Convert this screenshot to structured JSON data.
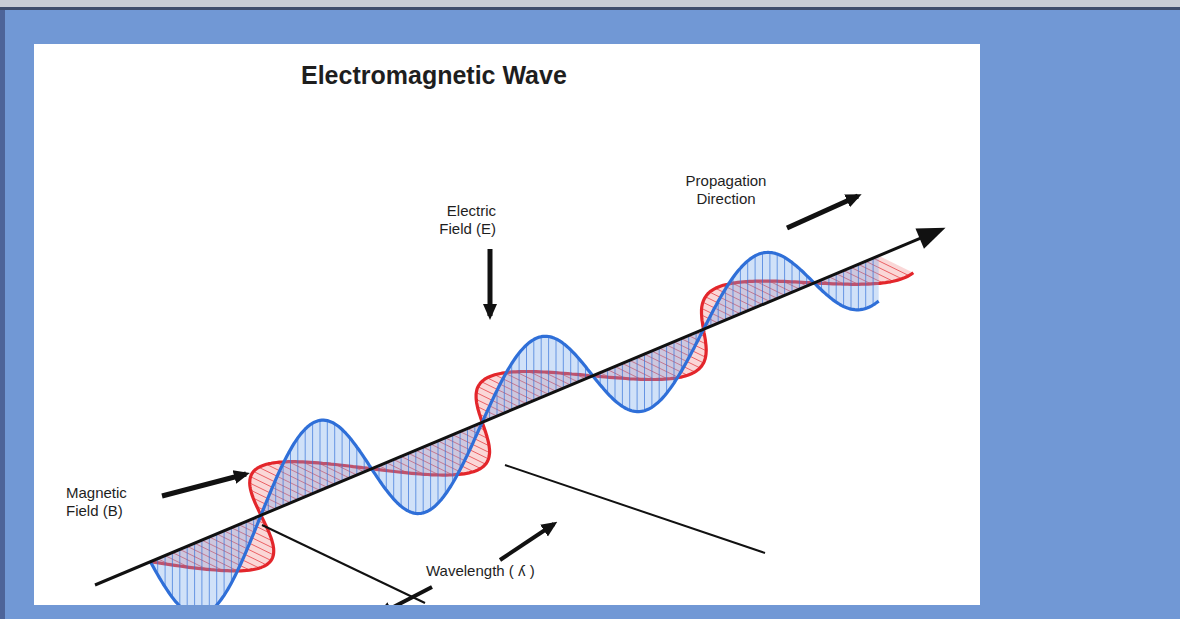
{
  "diagram": {
    "title": "Electromagnetic Wave",
    "labels": [
      "Propagation Direction",
      "Electric Field (E)",
      "Magnetic Field (B)",
      "Wavelength ( ʎ )"
    ]
  }
}
